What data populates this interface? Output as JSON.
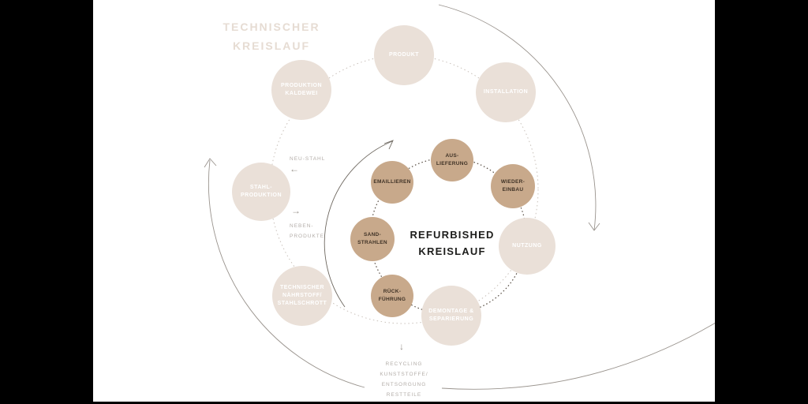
{
  "title": {
    "lines": [
      "TECHNISCHER",
      "KREISLAUF"
    ]
  },
  "center_label": {
    "lines": [
      "REFURBISHED",
      "KREISLAUF"
    ]
  },
  "outer_cycle": {
    "nodes": [
      {
        "name": "produkt",
        "lines": [
          "PRODUKT"
        ]
      },
      {
        "name": "installation",
        "lines": [
          "INSTALLATION"
        ]
      },
      {
        "name": "nutzung",
        "lines": [
          "NUTZUNG"
        ]
      },
      {
        "name": "demontage-separierung",
        "lines": [
          "DEMONTAGE &",
          "SEPARIERUNG"
        ]
      },
      {
        "name": "technischer-naehrstoff-stahlschrott",
        "lines": [
          "TECHNISCHER",
          "NÄHRSTOFF/",
          "STAHLSCHROTT"
        ]
      },
      {
        "name": "stahl-produktion",
        "lines": [
          "STAHL-",
          "PRODUKTION"
        ]
      },
      {
        "name": "produktion-kaldewei",
        "lines": [
          "PRODUKTION",
          "KALDEWEI"
        ]
      }
    ]
  },
  "inner_cycle": {
    "nodes": [
      {
        "name": "aus-lieferung",
        "lines": [
          "AUS-",
          "LIEFERUNG"
        ]
      },
      {
        "name": "wieder-einbau",
        "lines": [
          "WIEDER-",
          "EINBAU"
        ]
      },
      {
        "name": "emaillieren",
        "lines": [
          "EMAILLIEREN"
        ]
      },
      {
        "name": "sand-strahlen",
        "lines": [
          "SAND-",
          "STRAHLEN"
        ]
      },
      {
        "name": "rueck-fuehrung",
        "lines": [
          "RÜCK-",
          "FÜHRUNG"
        ]
      }
    ]
  },
  "side_labels": {
    "neu_stahl": "NEU-STAHL",
    "neben_produkte": {
      "lines": [
        "NEBEN-",
        "PRODUKTE"
      ]
    },
    "recycling": {
      "lines": [
        "RECYCLING",
        "KUNSTSTOFFE/",
        "ENTSORGUNG",
        "RESTTEILE"
      ]
    }
  },
  "icons": {
    "arrow_left": "←",
    "arrow_right": "→",
    "arrow_down": "↓"
  },
  "colors": {
    "outer_node_fill": "#eae0d8",
    "inner_node_fill": "#c8a98b",
    "outer_node_text": "#ffffff",
    "inner_node_text": "#3f3226",
    "title_text": "#e6dcd3",
    "center_text": "#1d1d1b",
    "muted_label_text": "#b3ada8",
    "arc_line": "#9a948e",
    "letterbox": "#000000"
  }
}
